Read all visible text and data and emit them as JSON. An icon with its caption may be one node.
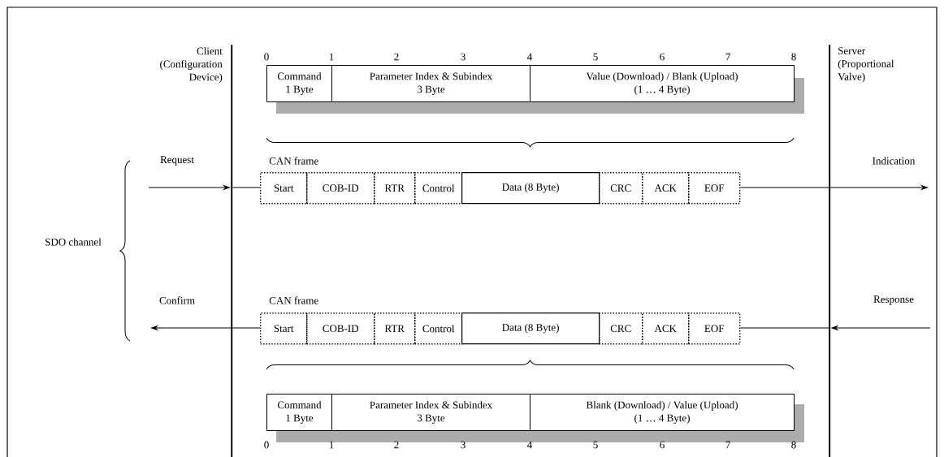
{
  "diagram": {
    "nodes": [
      {
        "text": [
          "Command",
          "1 Byte"
        ]
      },
      {
        "text": [
          "Parameter Index & Subindex",
          "3 Byte"
        ]
      },
      {
        "text": [
          "Value (Download) / Blank (Upload)",
          "(1 … 4 Byte)"
        ]
      },
      {
        "text": [
          "Start"
        ]
      },
      {
        "text": [
          "COB-ID"
        ]
      },
      {
        "text": [
          "RTR"
        ]
      },
      {
        "text": [
          "Control"
        ]
      },
      {
        "text": [
          "Data (8 Byte)"
        ]
      },
      {
        "text": [
          "CRC"
        ]
      },
      {
        "text": [
          "ACK"
        ]
      },
      {
        "text": [
          "EOF"
        ]
      },
      {
        "text": [
          "Start"
        ]
      },
      {
        "text": [
          "COB-ID"
        ]
      },
      {
        "text": [
          "RTR"
        ]
      },
      {
        "text": [
          "Control"
        ]
      },
      {
        "text": [
          "Data (8 Byte)"
        ]
      },
      {
        "text": [
          "CRC"
        ]
      },
      {
        "text": [
          "ACK"
        ]
      },
      {
        "text": [
          "EOF"
        ]
      },
      {
        "text": [
          "Command",
          "1 Byte"
        ]
      },
      {
        "text": [
          "Parameter Index & Subindex",
          "3 Byte"
        ]
      },
      {
        "text": [
          "Blank (Download) / Value (Upload)",
          "(1 … 4 Byte)"
        ]
      },
      {
        "text": [
          "Client (Configuration Device)"
        ]
      },
      {
        "text": [
          "Server (Proportional Valve)"
        ]
      }
    ],
    "edges": [
      {
        "from": null,
        "to": 22,
        "arrow": "to",
        "label": "Request"
      },
      {
        "from": 22,
        "to": 3,
        "arrow": "none"
      },
      {
        "from": 10,
        "to": null,
        "arrow": "to",
        "label": "Indication"
      },
      {
        "from": null,
        "to": 23,
        "arrow": "to",
        "label": "Response"
      },
      {
        "from": 23,
        "to": 18,
        "arrow": "none"
      },
      {
        "from": 11,
        "to": null,
        "arrow": "to",
        "label": "Confirm"
      }
    ],
    "labels": [
      "0",
      "1",
      "2",
      "3",
      "4",
      "5",
      "6",
      "7",
      "8",
      "CAN frame",
      "SDO channel",
      "CAN frame",
      "0",
      "1",
      "2",
      "3",
      "4",
      "5",
      "6",
      "7",
      "8"
    ]
  }
}
